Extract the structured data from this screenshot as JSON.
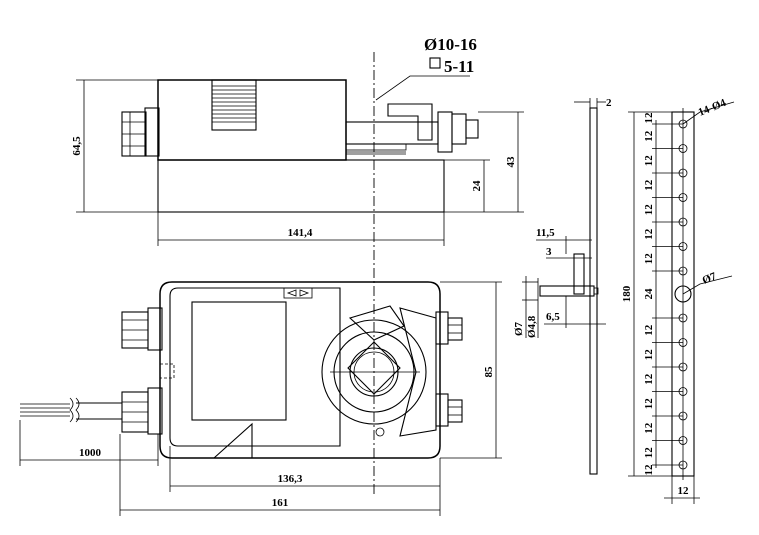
{
  "labels": {
    "shaft_round": "Ø10-16",
    "shaft_square": "5-11",
    "height_top": "64,5",
    "width_top": "141,4",
    "height_clamp": "43",
    "height_lower": "24",
    "height_front": "85",
    "cable_length": "1000",
    "width_inner": "136,3",
    "width_total": "161",
    "plate_thickness": "2",
    "offset_a": "11,5",
    "offset_b": "3",
    "offset_c": "6,5",
    "pin_dia": "Ø7",
    "pin_dia_small": "Ø4,8",
    "bar_length": "180",
    "bar_holes": "14-Ø4",
    "bar_center_hole": "Ø7",
    "bar_pitch": "12",
    "bar_center_gap": "24",
    "bar_width": "12"
  }
}
